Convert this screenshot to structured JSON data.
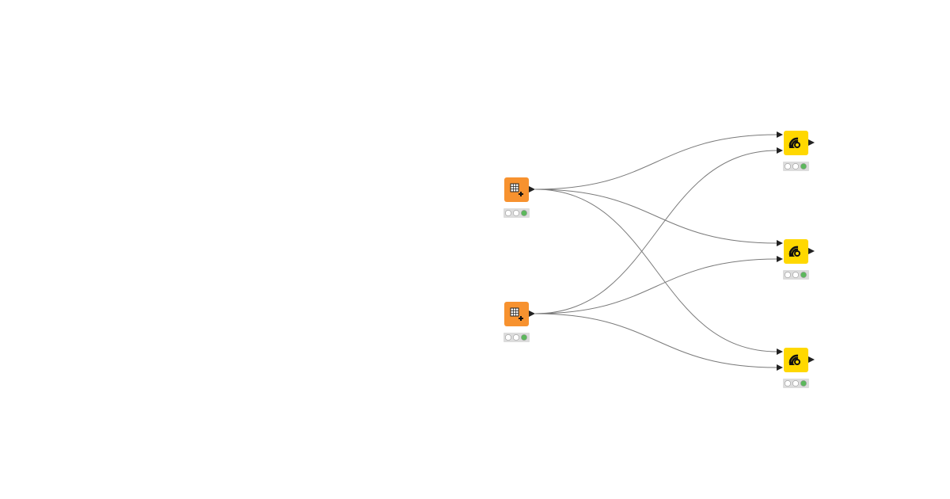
{
  "colors": {
    "source_node": "#F7922F",
    "target_node": "#FFD800",
    "edge": "#7a7a7a",
    "port": "#222222",
    "status_bg": "#dcdcdc",
    "status_ok": "#5cb85c",
    "status_off": "#ffffff"
  },
  "nodes": [
    {
      "id": "source-1",
      "kind": "source",
      "icon": "table-creator-icon",
      "status": "executed"
    },
    {
      "id": "source-2",
      "kind": "source",
      "icon": "table-creator-icon",
      "status": "executed"
    },
    {
      "id": "target-1",
      "kind": "target",
      "icon": "signal-waves-icon",
      "status": "executed"
    },
    {
      "id": "target-2",
      "kind": "target",
      "icon": "signal-waves-icon",
      "status": "executed"
    },
    {
      "id": "target-3",
      "kind": "target",
      "icon": "signal-waves-icon",
      "status": "executed"
    }
  ],
  "edges": [
    {
      "from": "source-1",
      "to": "target-1",
      "to_port": 1
    },
    {
      "from": "source-1",
      "to": "target-2",
      "to_port": 1
    },
    {
      "from": "source-1",
      "to": "target-3",
      "to_port": 1
    },
    {
      "from": "source-2",
      "to": "target-1",
      "to_port": 2
    },
    {
      "from": "source-2",
      "to": "target-2",
      "to_port": 2
    },
    {
      "from": "source-2",
      "to": "target-3",
      "to_port": 2
    }
  ]
}
